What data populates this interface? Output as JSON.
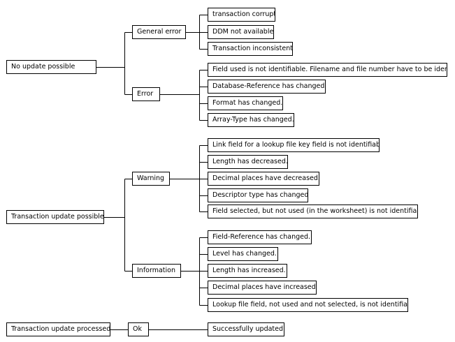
{
  "root_nodes": [
    {
      "label": "No update possible",
      "children": [
        {
          "label": "General error",
          "items": [
            "transaction corrupt",
            "DDM not available",
            "Transaction inconsistent"
          ]
        },
        {
          "label": "Error",
          "items": [
            "Field used is not identifiable. Filename and file number have to be identical.",
            "Database-Reference has changed.",
            "Format has changed.",
            "Array-Type has changed."
          ]
        }
      ]
    },
    {
      "label": "Transaction update possible",
      "children": [
        {
          "label": "Warning",
          "items": [
            "Link field for a lookup file key field is not identifiable.",
            "Length has decreased.",
            "Decimal places have decreased.",
            "Descriptor type has changed.",
            "Field selected, but not used (in the worksheet) is not identifiable."
          ]
        },
        {
          "label": "Information",
          "items": [
            "Field-Reference has changed.",
            "Level has changed.",
            "Length has increased.",
            "Decimal places have increased.",
            "Lookup file field, not used and not selected, is not identifiable."
          ]
        }
      ]
    },
    {
      "label": "Transaction update processed",
      "children": [
        {
          "label": "Ok",
          "items": [
            "Successfully updated"
          ]
        }
      ]
    }
  ]
}
